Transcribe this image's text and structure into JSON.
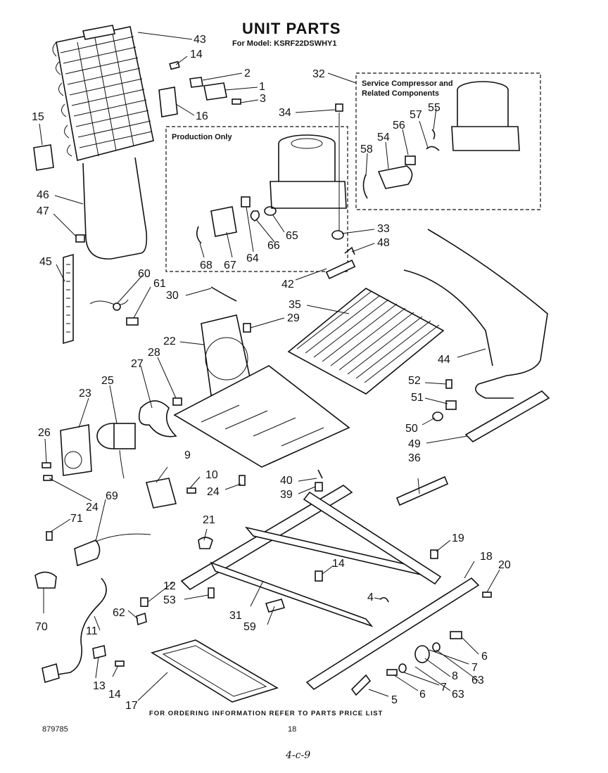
{
  "header": {
    "title": "UNIT PARTS",
    "subtitle": "For Model: KSRF22DSWHY1"
  },
  "boxes": {
    "service": [
      "Service Compressor and",
      "Related Components"
    ],
    "production": "Production Only"
  },
  "callouts": [
    "43",
    "14",
    "2",
    "1",
    "3",
    "15",
    "16",
    "32",
    "34",
    "55",
    "56",
    "57",
    "54",
    "58",
    "46",
    "47",
    "45",
    "60",
    "61",
    "30",
    "42",
    "33",
    "48",
    "68",
    "67",
    "64",
    "66",
    "65",
    "35",
    "29",
    "22",
    "28",
    "27",
    "25",
    "23",
    "26",
    "24",
    "9",
    "10",
    "24",
    "44",
    "52",
    "51",
    "50",
    "49",
    "36",
    "40",
    "39",
    "21",
    "14",
    "19",
    "18",
    "20",
    "69",
    "71",
    "12",
    "53",
    "62",
    "31",
    "59",
    "4",
    "70",
    "11",
    "13",
    "14",
    "17",
    "6",
    "7",
    "8",
    "63",
    "5",
    "6",
    "7",
    "63"
  ],
  "footer": {
    "ordering_note": "FOR ORDERING INFORMATION REFER TO PARTS PRICE LIST",
    "doc_number": "879785",
    "page_number": "18",
    "handwritten_note": "4-c-9"
  }
}
